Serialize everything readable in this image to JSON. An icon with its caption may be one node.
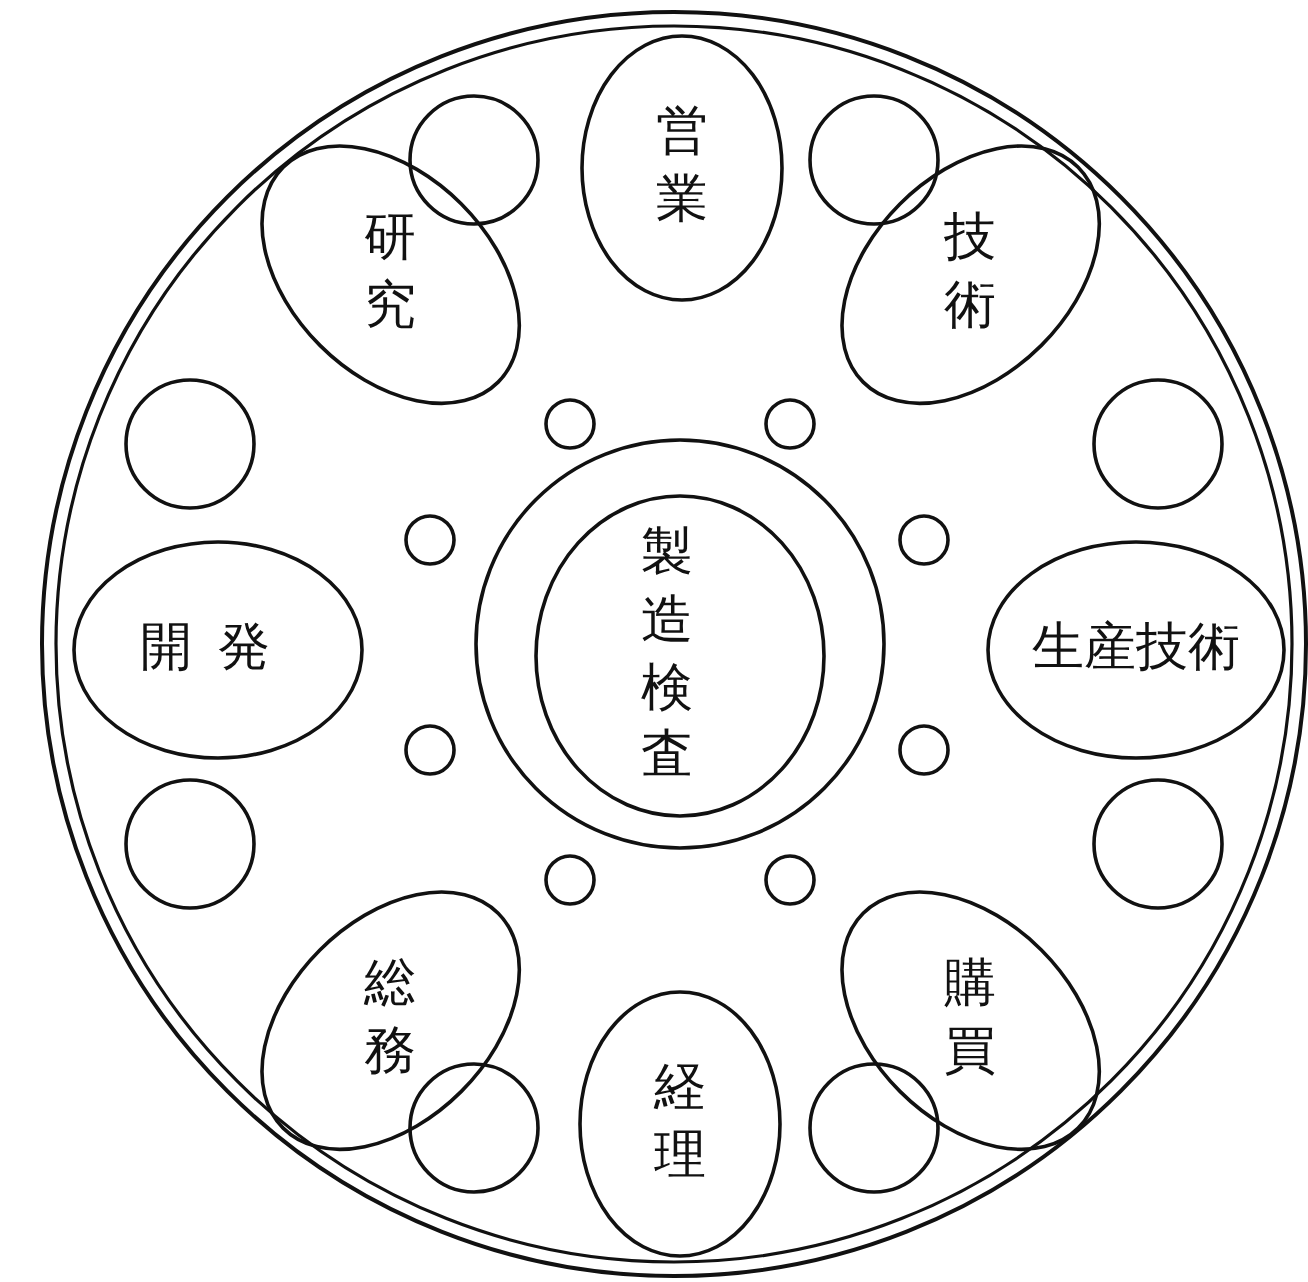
{
  "diagram": {
    "nodes": [
      {
        "text": [],
        "shape": "circle"
      },
      {
        "text": [],
        "shape": "circle",
        "in": 0
      },
      {
        "text": [
          "製造検査"
        ],
        "in": 1
      },
      {
        "text": [
          "営業"
        ],
        "in": 0
      },
      {
        "text": [
          "研究"
        ],
        "in": 0
      },
      {
        "text": [
          "技術"
        ],
        "in": 0
      },
      {
        "text": [
          "開発"
        ],
        "in": 0
      },
      {
        "text": [
          "生産技術"
        ],
        "in": 0
      },
      {
        "text": [
          "総務"
        ],
        "in": 0
      },
      {
        "text": [
          "購買"
        ],
        "in": 0
      },
      {
        "text": [
          "経理"
        ],
        "in": 0
      },
      {
        "text": [],
        "shape": "circle",
        "in": 0
      },
      {
        "text": [],
        "shape": "circle",
        "in": 0
      },
      {
        "text": [],
        "shape": "circle",
        "in": 0
      },
      {
        "text": [],
        "shape": "circle",
        "in": 0
      },
      {
        "text": [],
        "shape": "circle",
        "in": 0
      },
      {
        "text": [],
        "shape": "circle",
        "in": 0
      },
      {
        "text": [],
        "shape": "circle",
        "in": 0
      },
      {
        "text": [],
        "shape": "circle",
        "in": 0
      },
      {
        "text": [],
        "shape": "circle",
        "in": 0
      },
      {
        "text": [],
        "shape": "circle",
        "in": 0
      },
      {
        "text": [],
        "shape": "circle",
        "in": 0
      },
      {
        "text": [],
        "shape": "circle",
        "in": 0
      },
      {
        "text": [],
        "shape": "circle",
        "in": 0
      },
      {
        "text": [],
        "shape": "circle",
        "in": 0
      },
      {
        "text": [],
        "shape": "circle",
        "in": 0
      },
      {
        "text": [],
        "shape": "circle",
        "in": 0
      }
    ]
  }
}
